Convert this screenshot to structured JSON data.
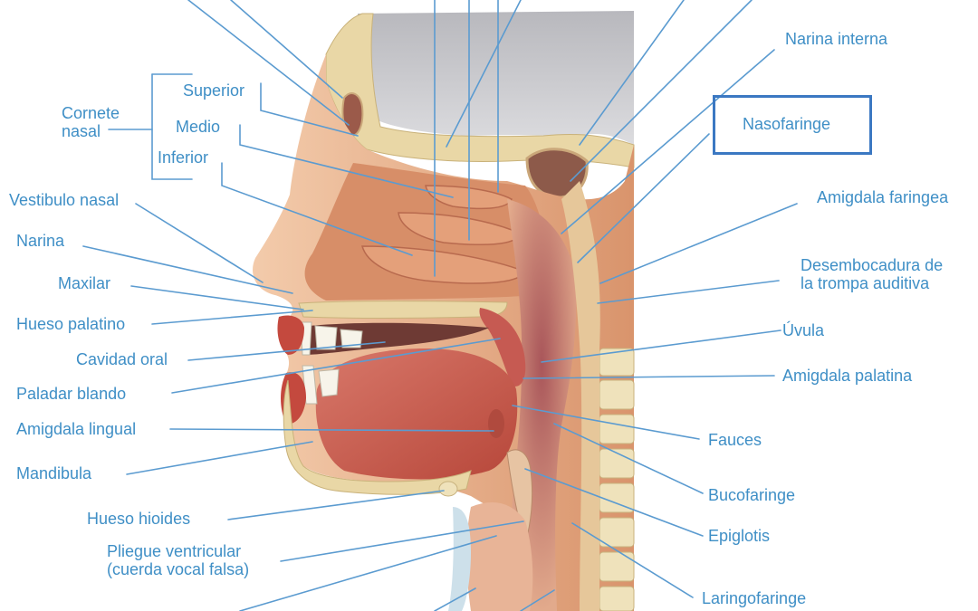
{
  "labels": {
    "cornete_nasal": "Cornete\nnasal",
    "superior": "Superior",
    "medio": "Medio",
    "inferior": "Inferior",
    "vestibulo_nasal": "Vestibulo nasal",
    "narina": "Narina",
    "maxilar": "Maxilar",
    "hueso_palatino": "Hueso palatino",
    "cavidad_oral": "Cavidad oral",
    "paladar_blando": "Paladar blando",
    "amigdala_lingual": "Amigdala lingual",
    "mandibula": "Mandibula",
    "hueso_hioides": "Hueso hioides",
    "pliegue_ventricular": "Pliegue ventricular\n(cuerda vocal falsa)",
    "narina_interna": "Narina interna",
    "nasofaringe": "Nasofaringe",
    "amigdala_faringea": "Amigdala faringea",
    "desembocadura": "Desembocadura de\nla trompa auditiva",
    "uvula": "Úvula",
    "amigdala_palatina": "Amigdala palatina",
    "fauces": "Fauces",
    "bucofaringe": "Bucofaringe",
    "epiglotis": "Epiglotis",
    "laringofaringe": "Laringofaringe"
  },
  "colors": {
    "label_text": "#3f8fc6",
    "leader_line": "#5b9bd0",
    "highlight_box": "#3b78c2",
    "bone": "#e9d7a6",
    "muscle": "#c85a4a",
    "skin": "#e7b08a",
    "cranial_cavity": "#c9c9cc"
  }
}
